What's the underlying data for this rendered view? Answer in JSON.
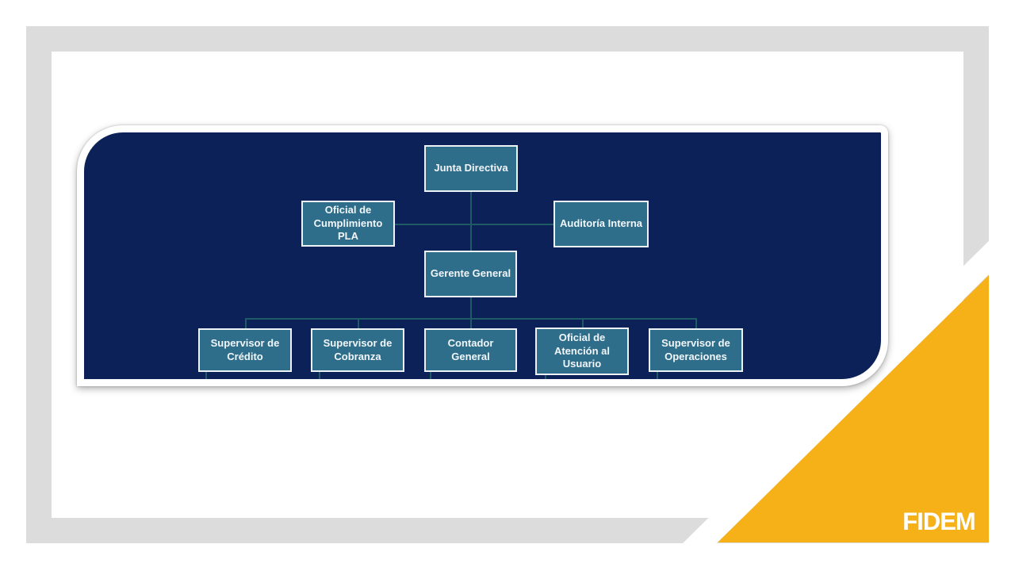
{
  "slide": {
    "type": "organizational-chart-slide",
    "background": "#ffffff"
  },
  "branding": {
    "logo_text": "FIDEM"
  },
  "colors": {
    "navy": "#0b2157",
    "box_teal": "#2e6e8b",
    "box_border": "#edf2f4",
    "line_teal": "#1e5b66",
    "accent_yellow": "#f6b018",
    "frame_gray": "#dcdcdc",
    "logo_white": "#ffffff",
    "gap_white": "#ffffff"
  },
  "org_chart": {
    "nodes": [
      {
        "id": "junta-directiva",
        "label": "Junta Directiva"
      },
      {
        "id": "oficial-cumplimiento-pla",
        "label": "Oficial de Cumplimiento PLA"
      },
      {
        "id": "auditoria-interna",
        "label": "Auditoría Interna"
      },
      {
        "id": "gerente-general",
        "label": "Gerente General"
      },
      {
        "id": "supervisor-credito",
        "label": "Supervisor de Crédito"
      },
      {
        "id": "supervisor-cobranza",
        "label": "Supervisor de Cobranza"
      },
      {
        "id": "contador-general",
        "label": "Contador General"
      },
      {
        "id": "oficial-atencion-usuario",
        "label": "Oficial de Atención al Usuario"
      },
      {
        "id": "supervisor-operaciones",
        "label": "Supervisor de Operaciones"
      }
    ],
    "edges": [
      {
        "from": "junta-directiva",
        "to": "gerente-general"
      },
      {
        "from": "junta-directiva",
        "to": "oficial-cumplimiento-pla",
        "style": "staff"
      },
      {
        "from": "junta-directiva",
        "to": "auditoria-interna",
        "style": "staff"
      },
      {
        "from": "gerente-general",
        "to": "supervisor-credito"
      },
      {
        "from": "gerente-general",
        "to": "supervisor-cobranza"
      },
      {
        "from": "gerente-general",
        "to": "contador-general"
      },
      {
        "from": "gerente-general",
        "to": "oficial-atencion-usuario"
      },
      {
        "from": "gerente-general",
        "to": "supervisor-operaciones"
      }
    ]
  }
}
